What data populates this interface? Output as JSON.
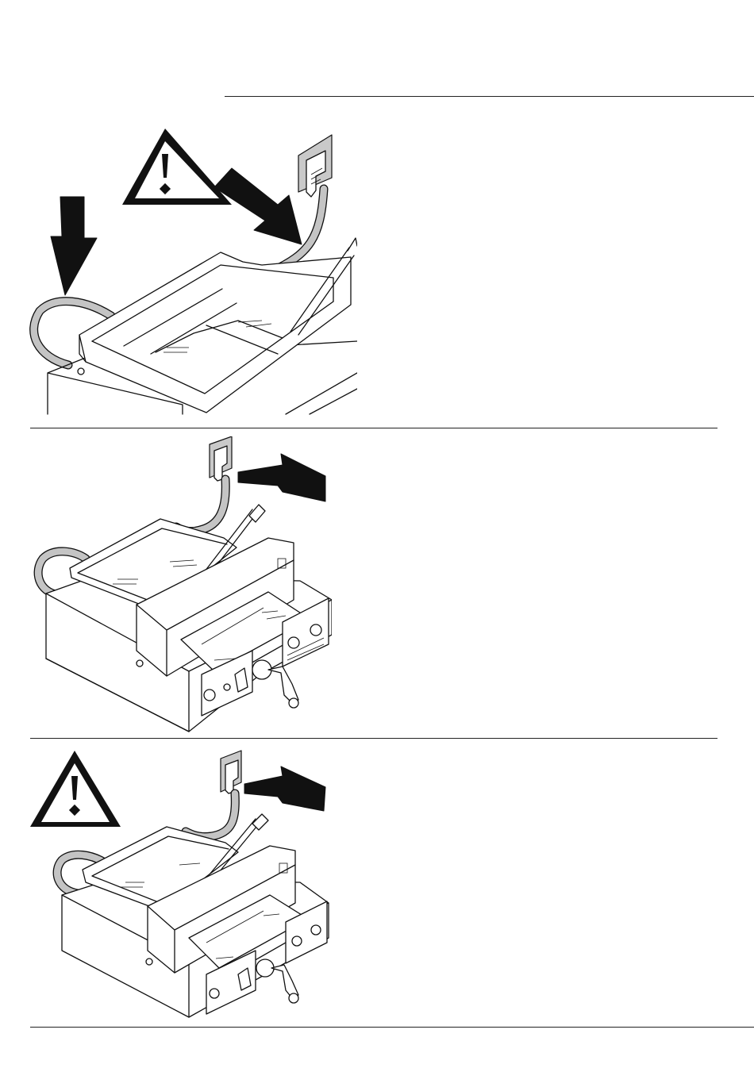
{
  "page": {
    "title": "",
    "background": "#ffffff",
    "line_color": "#222222",
    "text_blocks": []
  },
  "figures": [
    {
      "id": "figure-1",
      "icons": [
        "warning-triangle-icon",
        "arrow-icon",
        "arrow-icon",
        "power-plug-icon"
      ]
    },
    {
      "id": "figure-2",
      "icons": [
        "arrow-icon",
        "power-plug-icon"
      ]
    },
    {
      "id": "figure-3",
      "icons": [
        "warning-triangle-icon",
        "arrow-icon",
        "power-plug-icon"
      ]
    }
  ]
}
